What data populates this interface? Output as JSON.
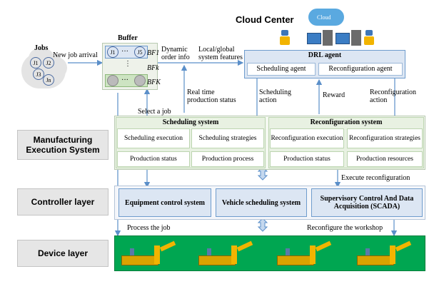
{
  "jobs": {
    "title": "Jobs",
    "items": [
      "J1",
      "J2",
      "J3",
      "Jn"
    ]
  },
  "arrows": {
    "new_job_arrival": "New job arrival",
    "dynamic_order": "Dynamic order info",
    "local_global": "Local/global system features",
    "real_time": "Real time production status",
    "scheduling_action": "Scheduling action",
    "reward": "Reward",
    "reconfiguration_action": "Reconfiguration action",
    "select_job": "Select a job",
    "execute_reconfiguration": "Execute reconfiguration",
    "process_job": "Process the job",
    "reconfigure_workshop": "Reconfigure the workshop"
  },
  "buffer": {
    "title": "Buffer",
    "first": "J1",
    "last": "J5",
    "bf1": "BF1",
    "bfk": "BFk",
    "bfK": "BFK",
    "dots": "···",
    "vdots": "⋮"
  },
  "cloud": {
    "title": "Cloud Center",
    "cloud_label": "Cloud",
    "drl_agent": "DRL agent",
    "scheduling_agent": "Scheduling agent",
    "reconfiguration_agent": "Reconfiguration agent"
  },
  "mes": {
    "label": "Manufacturing Execution System",
    "scheduling_system": "Scheduling system",
    "reconfiguration_system": "Reconfiguration system",
    "cells": [
      "Scheduling execution",
      "Scheduling strategies",
      "Production status",
      "Production process",
      "Reconfiguration execution",
      "Reconfiguration strategies",
      "Production status",
      "Production resources"
    ]
  },
  "controller": {
    "label": "Controller layer",
    "boxes": [
      "Equipment control system",
      "Vehicle scheduling system",
      "Supervisory Control And Data Acquisition (SCADA)"
    ]
  },
  "device": {
    "label": "Device layer"
  },
  "colors": {
    "blue_box": "#dce6f3",
    "blue_border": "#6f9ccd",
    "green_box": "#e8f1e2",
    "green_dark": "#00a651",
    "arrow": "#5b8fc9"
  }
}
